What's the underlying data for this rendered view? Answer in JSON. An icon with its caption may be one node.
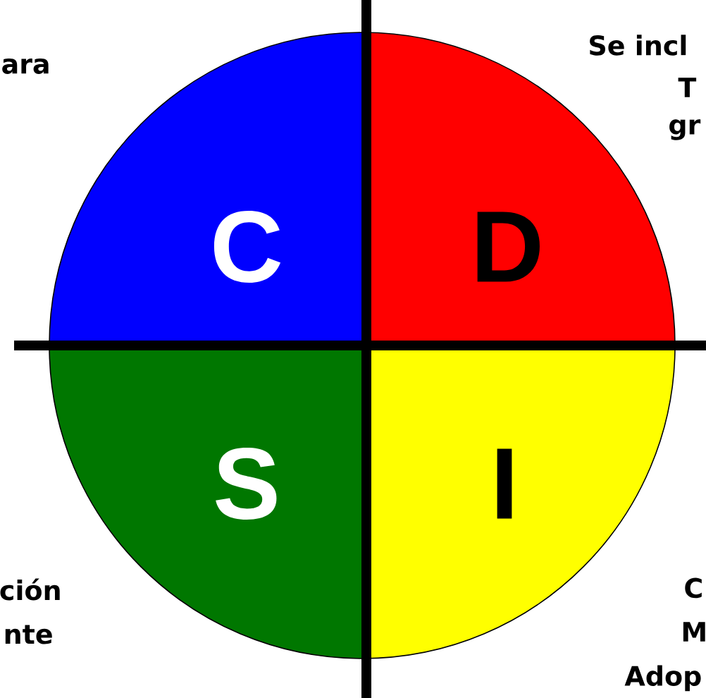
{
  "diagram": {
    "nodes": [
      {
        "text": [
          "C"
        ]
      },
      {
        "text": [
          "D"
        ]
      },
      {
        "text": [
          "S"
        ]
      },
      {
        "text": [
          "I"
        ]
      }
    ],
    "labels": [
      "ara",
      "Se incl",
      "T",
      "gr",
      "ción",
      "nte",
      "C",
      "M",
      "Adop"
    ]
  }
}
